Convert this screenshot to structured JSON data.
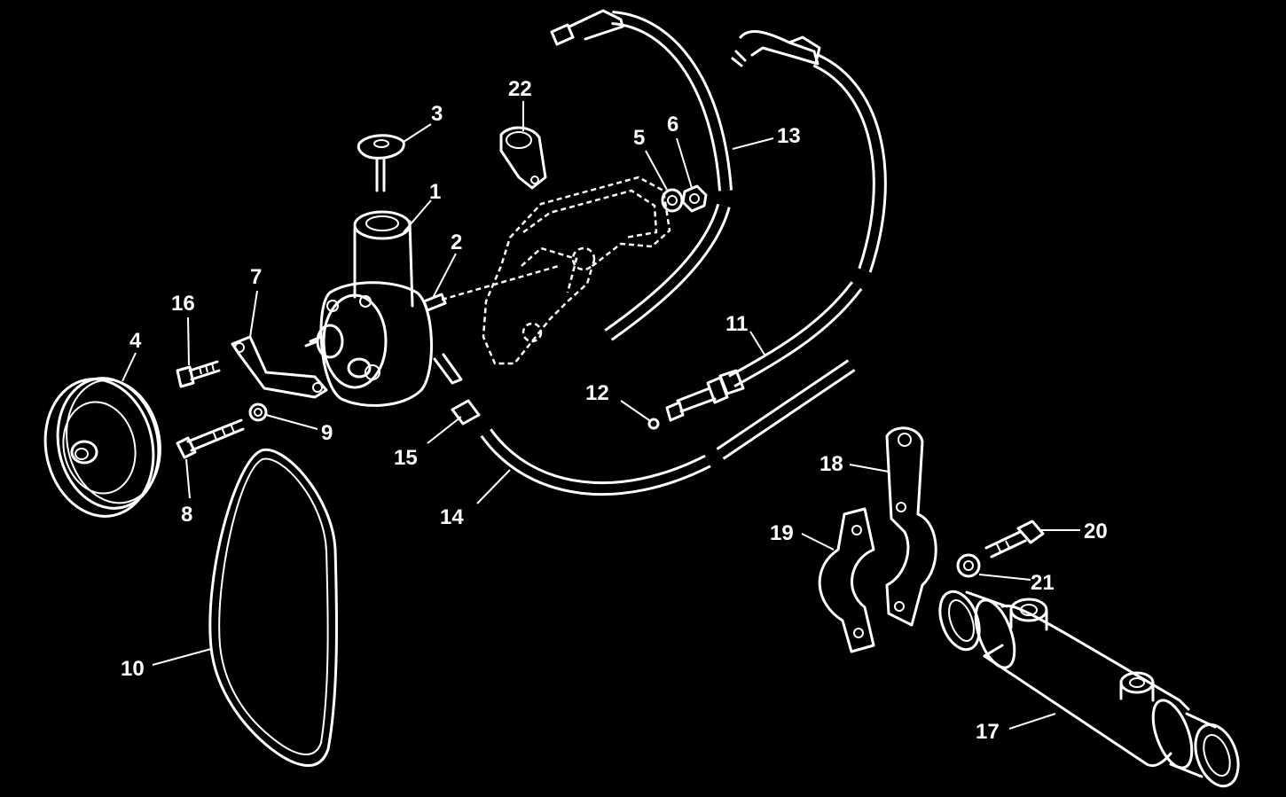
{
  "diagram": {
    "background": "#000000",
    "ink": "#ffffff",
    "callouts": [
      {
        "id": "1",
        "label": "1"
      },
      {
        "id": "2",
        "label": "2"
      },
      {
        "id": "3",
        "label": "3"
      },
      {
        "id": "4",
        "label": "4"
      },
      {
        "id": "5",
        "label": "5"
      },
      {
        "id": "6",
        "label": "6"
      },
      {
        "id": "7",
        "label": "7"
      },
      {
        "id": "8",
        "label": "8"
      },
      {
        "id": "9",
        "label": "9"
      },
      {
        "id": "10",
        "label": "10"
      },
      {
        "id": "11",
        "label": "11"
      },
      {
        "id": "12",
        "label": "12"
      },
      {
        "id": "13",
        "label": "13"
      },
      {
        "id": "14",
        "label": "14"
      },
      {
        "id": "15",
        "label": "15"
      },
      {
        "id": "16",
        "label": "16"
      },
      {
        "id": "17",
        "label": "17"
      },
      {
        "id": "18",
        "label": "18"
      },
      {
        "id": "19",
        "label": "19"
      },
      {
        "id": "20",
        "label": "20"
      },
      {
        "id": "21",
        "label": "21"
      },
      {
        "id": "22",
        "label": "22"
      }
    ]
  }
}
